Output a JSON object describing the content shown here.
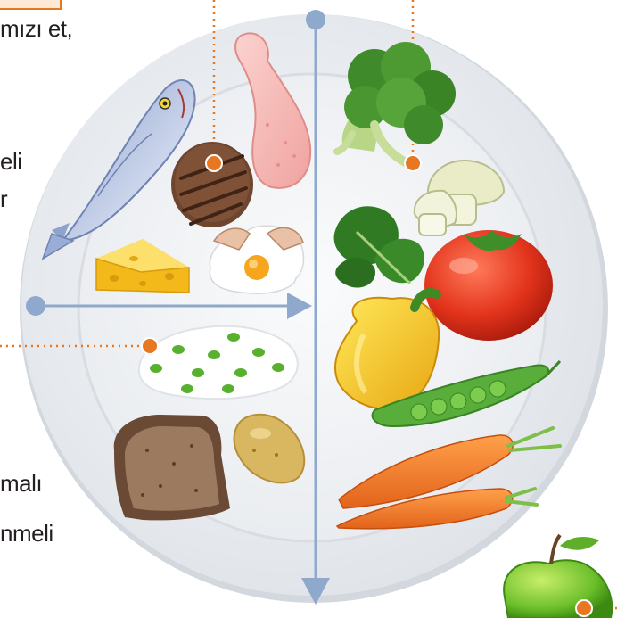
{
  "text_fragments": {
    "line1": "mızı et,",
    "line2": "eli",
    "line3": "r",
    "line4": "malı",
    "line5": "nmeli"
  },
  "items": [
    "fish",
    "burger patty",
    "chicken leg",
    "cheese",
    "egg",
    "rice",
    "bread",
    "potato",
    "broccoli",
    "mushroom",
    "spinach",
    "tomato",
    "yellow pepper",
    "peas",
    "carrot",
    "apple"
  ],
  "colors": {
    "accent_orange": "#e87722",
    "axis_blue": "#8fa9cc",
    "plate": "#eef0f3"
  }
}
